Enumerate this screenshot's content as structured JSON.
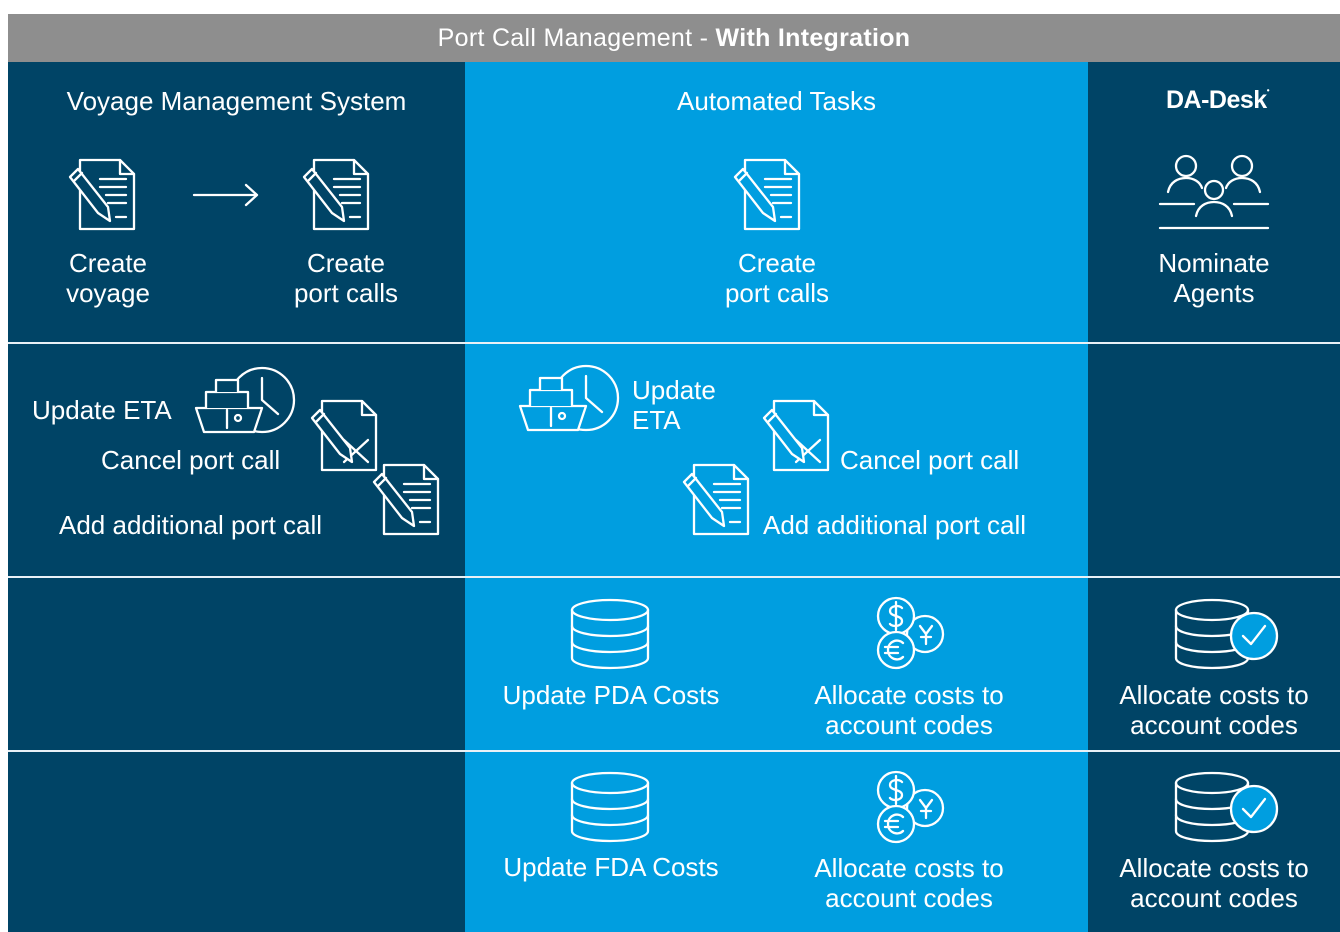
{
  "header": {
    "title_prefix": "Port Call Management - ",
    "title_bold": "With Integration"
  },
  "columns": {
    "vms": {
      "title": "Voyage Management System"
    },
    "automated": {
      "title": "Automated Tasks"
    },
    "dadesk": {
      "logo": "DA-Desk"
    }
  },
  "rows": {
    "row1": {
      "vms_create_voyage": [
        "Create",
        "voyage"
      ],
      "vms_create_port_calls": [
        "Create",
        "port calls"
      ],
      "auto_create_port_calls": [
        "Create",
        "port calls"
      ],
      "dadesk_nominate": [
        "Nominate",
        "Agents"
      ]
    },
    "row2": {
      "vms_update_eta": "Update ETA",
      "vms_cancel": "Cancel port call",
      "vms_add": "Add additional port call",
      "auto_update_eta": [
        "Update",
        "ETA"
      ],
      "auto_cancel": "Cancel port call",
      "auto_add": "Add additional port call"
    },
    "row3": {
      "auto_pda": "Update PDA Costs",
      "auto_allocate": [
        "Allocate costs to",
        "account codes"
      ],
      "dadesk_allocate": [
        "Allocate costs to",
        "account codes"
      ]
    },
    "row4": {
      "auto_fda": "Update FDA Costs",
      "auto_allocate": [
        "Allocate costs to",
        "account codes"
      ],
      "dadesk_allocate": [
        "Allocate costs to",
        "account codes"
      ]
    }
  },
  "colors": {
    "dark_blue": "#004466",
    "light_blue": "#009ee0",
    "header_gray": "#8e8e8e"
  },
  "icons": [
    "document-pen-icon",
    "arrow-right-icon",
    "agents-icon",
    "ship-clock-icon",
    "document-cancel-icon",
    "database-icon",
    "currency-coins-icon",
    "database-check-icon"
  ]
}
